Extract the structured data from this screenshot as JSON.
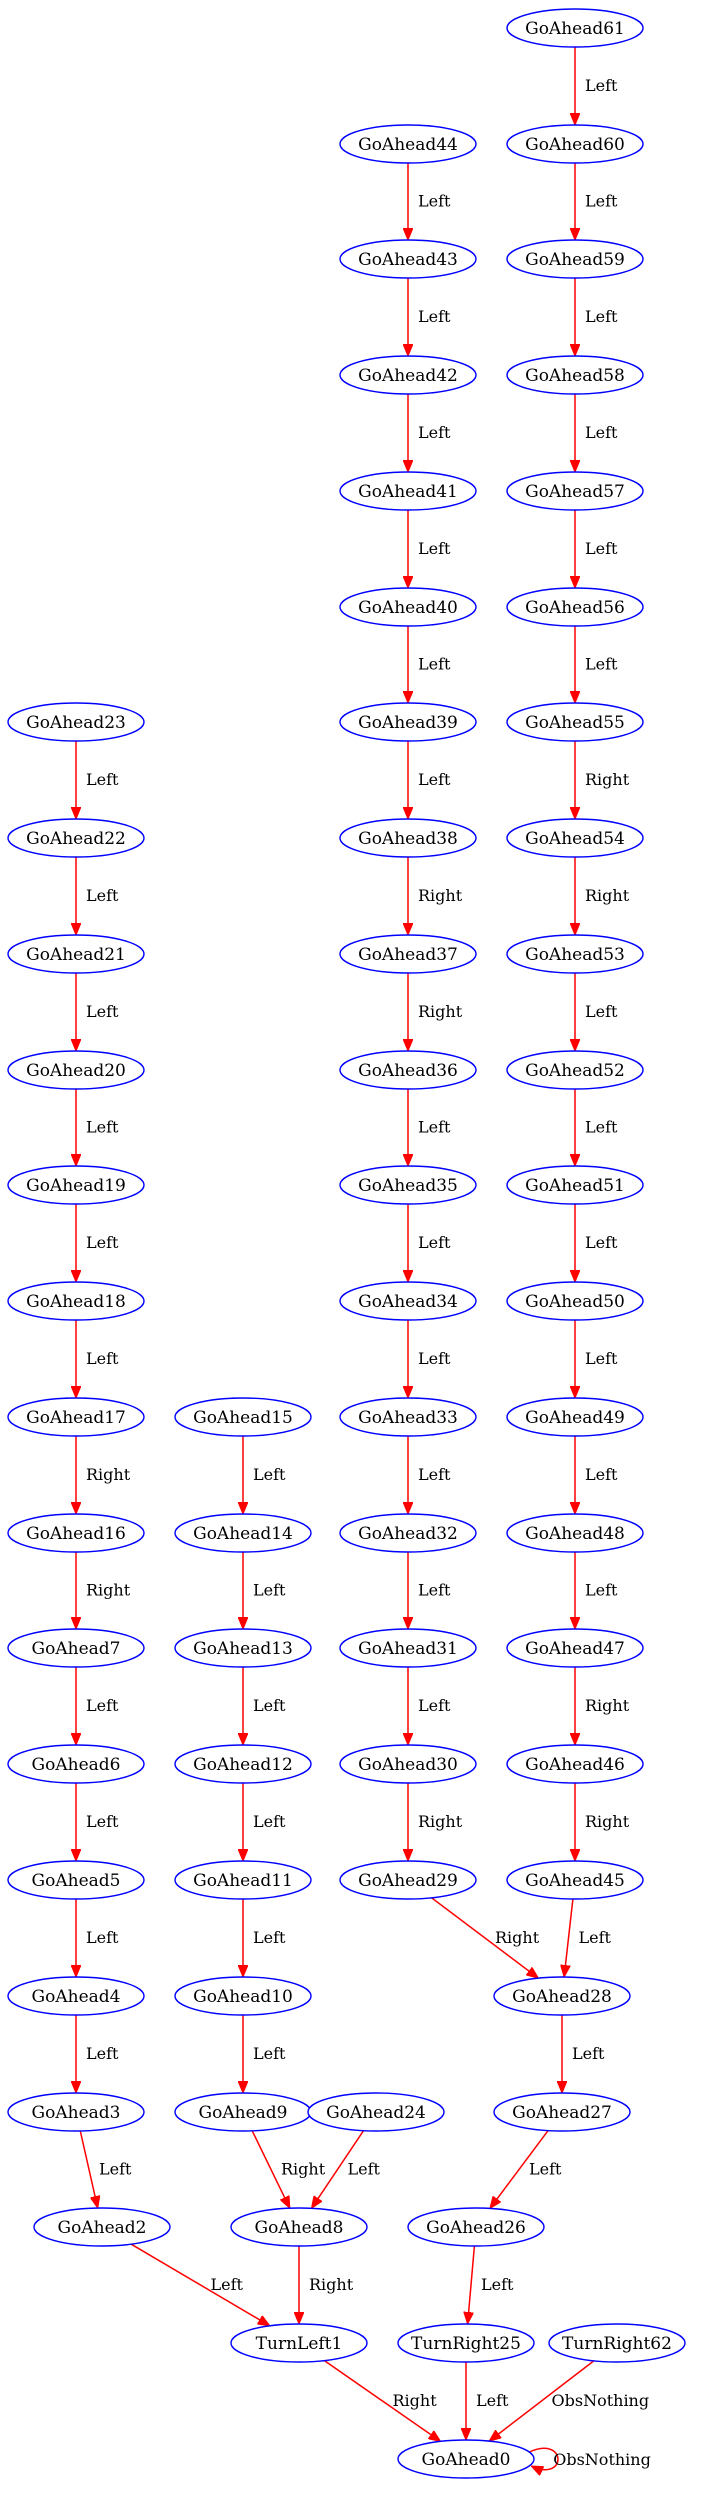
{
  "colors": {
    "node_stroke": "#0000ff",
    "edge": "#ff0000",
    "text": "#000000"
  },
  "nodes": [
    {
      "id": "GoAhead61",
      "label": "GoAhead61"
    },
    {
      "id": "GoAhead44",
      "label": "GoAhead44"
    },
    {
      "id": "GoAhead60",
      "label": "GoAhead60"
    },
    {
      "id": "GoAhead43",
      "label": "GoAhead43"
    },
    {
      "id": "GoAhead59",
      "label": "GoAhead59"
    },
    {
      "id": "GoAhead42",
      "label": "GoAhead42"
    },
    {
      "id": "GoAhead58",
      "label": "GoAhead58"
    },
    {
      "id": "GoAhead41",
      "label": "GoAhead41"
    },
    {
      "id": "GoAhead57",
      "label": "GoAhead57"
    },
    {
      "id": "GoAhead40",
      "label": "GoAhead40"
    },
    {
      "id": "GoAhead56",
      "label": "GoAhead56"
    },
    {
      "id": "GoAhead23",
      "label": "GoAhead23"
    },
    {
      "id": "GoAhead39",
      "label": "GoAhead39"
    },
    {
      "id": "GoAhead55",
      "label": "GoAhead55"
    },
    {
      "id": "GoAhead22",
      "label": "GoAhead22"
    },
    {
      "id": "GoAhead38",
      "label": "GoAhead38"
    },
    {
      "id": "GoAhead54",
      "label": "GoAhead54"
    },
    {
      "id": "GoAhead21",
      "label": "GoAhead21"
    },
    {
      "id": "GoAhead37",
      "label": "GoAhead37"
    },
    {
      "id": "GoAhead53",
      "label": "GoAhead53"
    },
    {
      "id": "GoAhead20",
      "label": "GoAhead20"
    },
    {
      "id": "GoAhead36",
      "label": "GoAhead36"
    },
    {
      "id": "GoAhead52",
      "label": "GoAhead52"
    },
    {
      "id": "GoAhead19",
      "label": "GoAhead19"
    },
    {
      "id": "GoAhead35",
      "label": "GoAhead35"
    },
    {
      "id": "GoAhead51",
      "label": "GoAhead51"
    },
    {
      "id": "GoAhead18",
      "label": "GoAhead18"
    },
    {
      "id": "GoAhead34",
      "label": "GoAhead34"
    },
    {
      "id": "GoAhead50",
      "label": "GoAhead50"
    },
    {
      "id": "GoAhead17",
      "label": "GoAhead17"
    },
    {
      "id": "GoAhead15",
      "label": "GoAhead15"
    },
    {
      "id": "GoAhead33",
      "label": "GoAhead33"
    },
    {
      "id": "GoAhead49",
      "label": "GoAhead49"
    },
    {
      "id": "GoAhead16",
      "label": "GoAhead16"
    },
    {
      "id": "GoAhead14",
      "label": "GoAhead14"
    },
    {
      "id": "GoAhead32",
      "label": "GoAhead32"
    },
    {
      "id": "GoAhead48",
      "label": "GoAhead48"
    },
    {
      "id": "GoAhead7",
      "label": "GoAhead7"
    },
    {
      "id": "GoAhead13",
      "label": "GoAhead13"
    },
    {
      "id": "GoAhead31",
      "label": "GoAhead31"
    },
    {
      "id": "GoAhead47",
      "label": "GoAhead47"
    },
    {
      "id": "GoAhead6",
      "label": "GoAhead6"
    },
    {
      "id": "GoAhead12",
      "label": "GoAhead12"
    },
    {
      "id": "GoAhead30",
      "label": "GoAhead30"
    },
    {
      "id": "GoAhead46",
      "label": "GoAhead46"
    },
    {
      "id": "GoAhead5",
      "label": "GoAhead5"
    },
    {
      "id": "GoAhead11",
      "label": "GoAhead11"
    },
    {
      "id": "GoAhead29",
      "label": "GoAhead29"
    },
    {
      "id": "GoAhead45",
      "label": "GoAhead45"
    },
    {
      "id": "GoAhead4",
      "label": "GoAhead4"
    },
    {
      "id": "GoAhead10",
      "label": "GoAhead10"
    },
    {
      "id": "GoAhead28",
      "label": "GoAhead28"
    },
    {
      "id": "GoAhead3",
      "label": "GoAhead3"
    },
    {
      "id": "GoAhead9",
      "label": "GoAhead9"
    },
    {
      "id": "GoAhead24",
      "label": "GoAhead24"
    },
    {
      "id": "GoAhead27",
      "label": "GoAhead27"
    },
    {
      "id": "GoAhead2",
      "label": "GoAhead2"
    },
    {
      "id": "GoAhead8",
      "label": "GoAhead8"
    },
    {
      "id": "GoAhead26",
      "label": "GoAhead26"
    },
    {
      "id": "TurnLeft1",
      "label": "TurnLeft1"
    },
    {
      "id": "TurnRight25",
      "label": "TurnRight25"
    },
    {
      "id": "TurnRight62",
      "label": "TurnRight62"
    },
    {
      "id": "GoAhead0",
      "label": "GoAhead0"
    }
  ],
  "edges": [
    {
      "from": "GoAhead61",
      "to": "GoAhead60",
      "label": "Left"
    },
    {
      "from": "GoAhead60",
      "to": "GoAhead59",
      "label": "Left"
    },
    {
      "from": "GoAhead59",
      "to": "GoAhead58",
      "label": "Left"
    },
    {
      "from": "GoAhead58",
      "to": "GoAhead57",
      "label": "Left"
    },
    {
      "from": "GoAhead57",
      "to": "GoAhead56",
      "label": "Left"
    },
    {
      "from": "GoAhead56",
      "to": "GoAhead55",
      "label": "Left"
    },
    {
      "from": "GoAhead55",
      "to": "GoAhead54",
      "label": "Right"
    },
    {
      "from": "GoAhead54",
      "to": "GoAhead53",
      "label": "Right"
    },
    {
      "from": "GoAhead53",
      "to": "GoAhead52",
      "label": "Left"
    },
    {
      "from": "GoAhead52",
      "to": "GoAhead51",
      "label": "Left"
    },
    {
      "from": "GoAhead51",
      "to": "GoAhead50",
      "label": "Left"
    },
    {
      "from": "GoAhead50",
      "to": "GoAhead49",
      "label": "Left"
    },
    {
      "from": "GoAhead49",
      "to": "GoAhead48",
      "label": "Left"
    },
    {
      "from": "GoAhead48",
      "to": "GoAhead47",
      "label": "Left"
    },
    {
      "from": "GoAhead47",
      "to": "GoAhead46",
      "label": "Right"
    },
    {
      "from": "GoAhead46",
      "to": "GoAhead45",
      "label": "Right"
    },
    {
      "from": "GoAhead45",
      "to": "GoAhead28",
      "label": "Left"
    },
    {
      "from": "GoAhead44",
      "to": "GoAhead43",
      "label": "Left"
    },
    {
      "from": "GoAhead43",
      "to": "GoAhead42",
      "label": "Left"
    },
    {
      "from": "GoAhead42",
      "to": "GoAhead41",
      "label": "Left"
    },
    {
      "from": "GoAhead41",
      "to": "GoAhead40",
      "label": "Left"
    },
    {
      "from": "GoAhead40",
      "to": "GoAhead39",
      "label": "Left"
    },
    {
      "from": "GoAhead39",
      "to": "GoAhead38",
      "label": "Left"
    },
    {
      "from": "GoAhead38",
      "to": "GoAhead37",
      "label": "Right"
    },
    {
      "from": "GoAhead37",
      "to": "GoAhead36",
      "label": "Right"
    },
    {
      "from": "GoAhead36",
      "to": "GoAhead35",
      "label": "Left"
    },
    {
      "from": "GoAhead35",
      "to": "GoAhead34",
      "label": "Left"
    },
    {
      "from": "GoAhead34",
      "to": "GoAhead33",
      "label": "Left"
    },
    {
      "from": "GoAhead33",
      "to": "GoAhead32",
      "label": "Left"
    },
    {
      "from": "GoAhead32",
      "to": "GoAhead31",
      "label": "Left"
    },
    {
      "from": "GoAhead31",
      "to": "GoAhead30",
      "label": "Left"
    },
    {
      "from": "GoAhead30",
      "to": "GoAhead29",
      "label": "Right"
    },
    {
      "from": "GoAhead29",
      "to": "GoAhead28",
      "label": "Right"
    },
    {
      "from": "GoAhead28",
      "to": "GoAhead27",
      "label": "Left"
    },
    {
      "from": "GoAhead27",
      "to": "GoAhead26",
      "label": "Left"
    },
    {
      "from": "GoAhead26",
      "to": "TurnRight25",
      "label": "Left"
    },
    {
      "from": "TurnRight25",
      "to": "GoAhead0",
      "label": "Left"
    },
    {
      "from": "GoAhead23",
      "to": "GoAhead22",
      "label": "Left"
    },
    {
      "from": "GoAhead22",
      "to": "GoAhead21",
      "label": "Left"
    },
    {
      "from": "GoAhead21",
      "to": "GoAhead20",
      "label": "Left"
    },
    {
      "from": "GoAhead20",
      "to": "GoAhead19",
      "label": "Left"
    },
    {
      "from": "GoAhead19",
      "to": "GoAhead18",
      "label": "Left"
    },
    {
      "from": "GoAhead18",
      "to": "GoAhead17",
      "label": "Left"
    },
    {
      "from": "GoAhead17",
      "to": "GoAhead16",
      "label": "Right"
    },
    {
      "from": "GoAhead16",
      "to": "GoAhead7",
      "label": "Right"
    },
    {
      "from": "GoAhead7",
      "to": "GoAhead6",
      "label": "Left"
    },
    {
      "from": "GoAhead6",
      "to": "GoAhead5",
      "label": "Left"
    },
    {
      "from": "GoAhead5",
      "to": "GoAhead4",
      "label": "Left"
    },
    {
      "from": "GoAhead4",
      "to": "GoAhead3",
      "label": "Left"
    },
    {
      "from": "GoAhead3",
      "to": "GoAhead2",
      "label": "Left"
    },
    {
      "from": "GoAhead2",
      "to": "TurnLeft1",
      "label": "Left"
    },
    {
      "from": "GoAhead15",
      "to": "GoAhead14",
      "label": "Left"
    },
    {
      "from": "GoAhead14",
      "to": "GoAhead13",
      "label": "Left"
    },
    {
      "from": "GoAhead13",
      "to": "GoAhead12",
      "label": "Left"
    },
    {
      "from": "GoAhead12",
      "to": "GoAhead11",
      "label": "Left"
    },
    {
      "from": "GoAhead11",
      "to": "GoAhead10",
      "label": "Left"
    },
    {
      "from": "GoAhead10",
      "to": "GoAhead9",
      "label": "Left"
    },
    {
      "from": "GoAhead9",
      "to": "GoAhead8",
      "label": "Right"
    },
    {
      "from": "GoAhead24",
      "to": "GoAhead8",
      "label": "Left"
    },
    {
      "from": "GoAhead8",
      "to": "TurnLeft1",
      "label": "Right"
    },
    {
      "from": "TurnLeft1",
      "to": "GoAhead0",
      "label": "Right"
    },
    {
      "from": "TurnRight62",
      "to": "GoAhead0",
      "label": "ObsNothing"
    },
    {
      "from": "GoAhead0",
      "to": "GoAhead0",
      "label": "ObsNothing"
    }
  ]
}
